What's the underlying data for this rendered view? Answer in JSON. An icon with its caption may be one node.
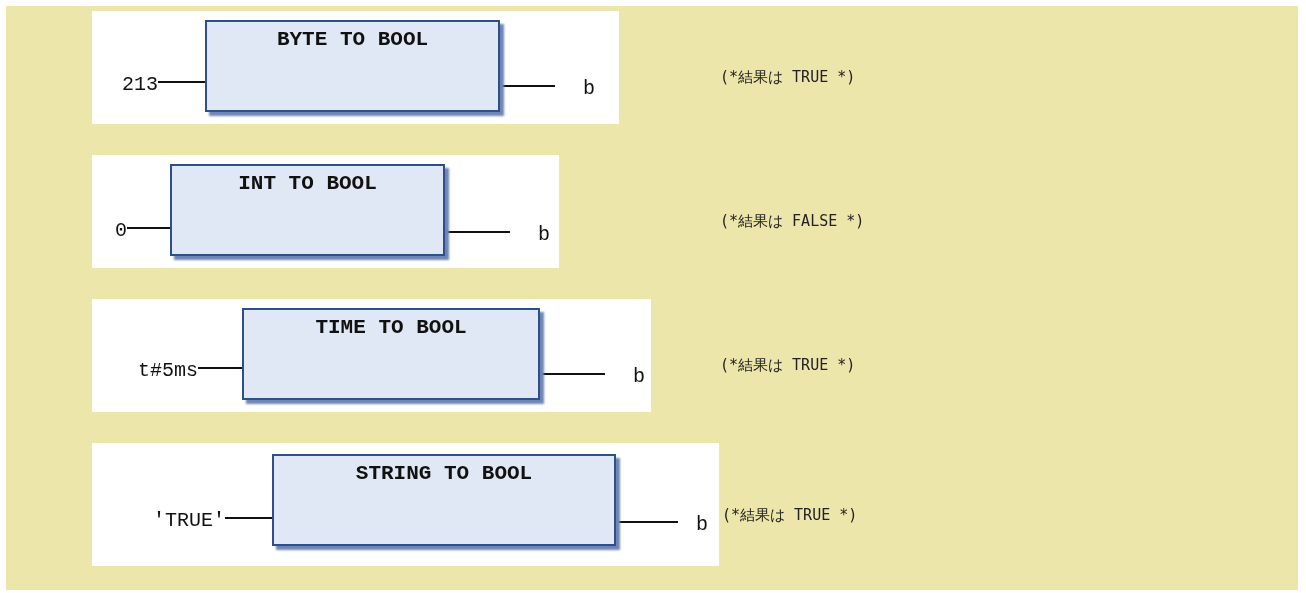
{
  "diagram": {
    "nodes": [
      {
        "text": [
          "213"
        ]
      },
      {
        "text": [
          "BYTE TO BOOL"
        ]
      },
      {
        "text": [
          "b"
        ]
      },
      {
        "text": [
          "0"
        ]
      },
      {
        "text": [
          "INT TO BOOL"
        ]
      },
      {
        "text": [
          "b"
        ]
      },
      {
        "text": [
          "t#5ms"
        ]
      },
      {
        "text": [
          "TIME TO BOOL"
        ]
      },
      {
        "text": [
          "b"
        ]
      },
      {
        "text": [
          "'TRUE'"
        ]
      },
      {
        "text": [
          "STRING TO BOOL"
        ]
      },
      {
        "text": [
          "b"
        ]
      }
    ],
    "edges": [
      {
        "from": 0,
        "to": 1,
        "arrow": "none"
      },
      {
        "from": 1,
        "to": 2,
        "arrow": "none"
      },
      {
        "from": 3,
        "to": 4,
        "arrow": "none"
      },
      {
        "from": 4,
        "to": 5,
        "arrow": "none"
      },
      {
        "from": 6,
        "to": 7,
        "arrow": "none"
      },
      {
        "from": 7,
        "to": 8,
        "arrow": "none"
      },
      {
        "from": 9,
        "to": 10,
        "arrow": "none"
      },
      {
        "from": 10,
        "to": 11,
        "arrow": "none"
      }
    ],
    "labels": [
      "(*結果は TRUE *)",
      "(*結果は FALSE *)",
      "(*結果は TRUE *)",
      "(*結果は TRUE *)"
    ]
  }
}
